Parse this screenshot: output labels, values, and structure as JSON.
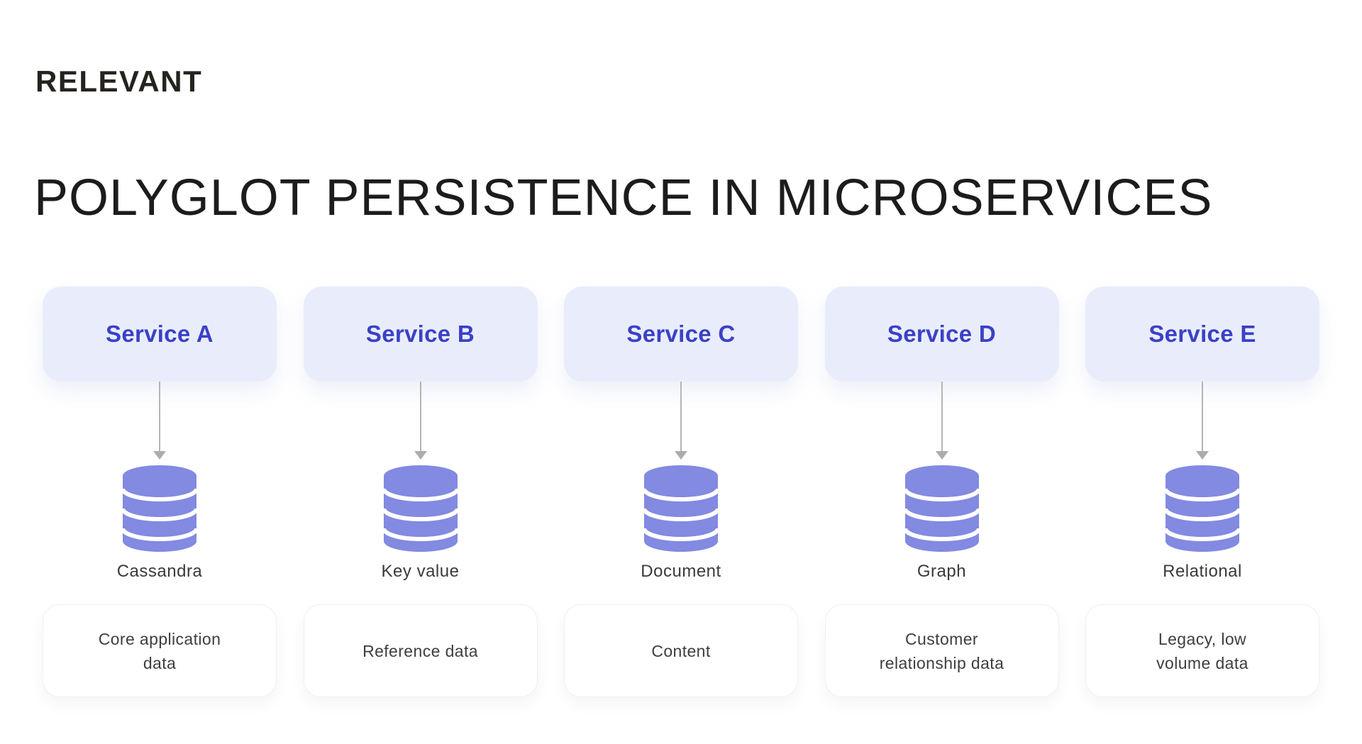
{
  "logo": {
    "text": "RELEVANT"
  },
  "title": {
    "text": "POLYGLOT PERSISTENCE IN MICROSERVICES"
  },
  "colors": {
    "background": "#ffffff",
    "title_text": "#1c1c1c",
    "logo_text": "#26231f",
    "service_box_bg": "#e9edfb",
    "service_text": "#3b40c8",
    "database_icon": "#828ae1",
    "arrow": "#b3b3b3",
    "label_text": "#3a3a3a",
    "card_bg": "#ffffff",
    "card_border": "#f0f0f2",
    "card_text": "#3e3e3e"
  },
  "columns": [
    {
      "service": "Service A",
      "database": "Cassandra",
      "description": "Core application data",
      "description_lines": {
        "0": "Core application",
        "1": "data"
      }
    },
    {
      "service": "Service B",
      "database": "Key value",
      "description": "Reference data",
      "description_lines": {
        "0": "Reference data"
      }
    },
    {
      "service": "Service C",
      "database": "Document",
      "description": "Content",
      "description_lines": {
        "0": "Content"
      }
    },
    {
      "service": "Service D",
      "database": "Graph",
      "description": "Customer relationship data",
      "description_lines": {
        "0": "Customer",
        "1": "relationship data"
      }
    },
    {
      "service": "Service E",
      "database": "Relational",
      "description": "Legacy, low volume data",
      "description_lines": {
        "0": "Legacy, low",
        "1": "volume data"
      }
    }
  ]
}
